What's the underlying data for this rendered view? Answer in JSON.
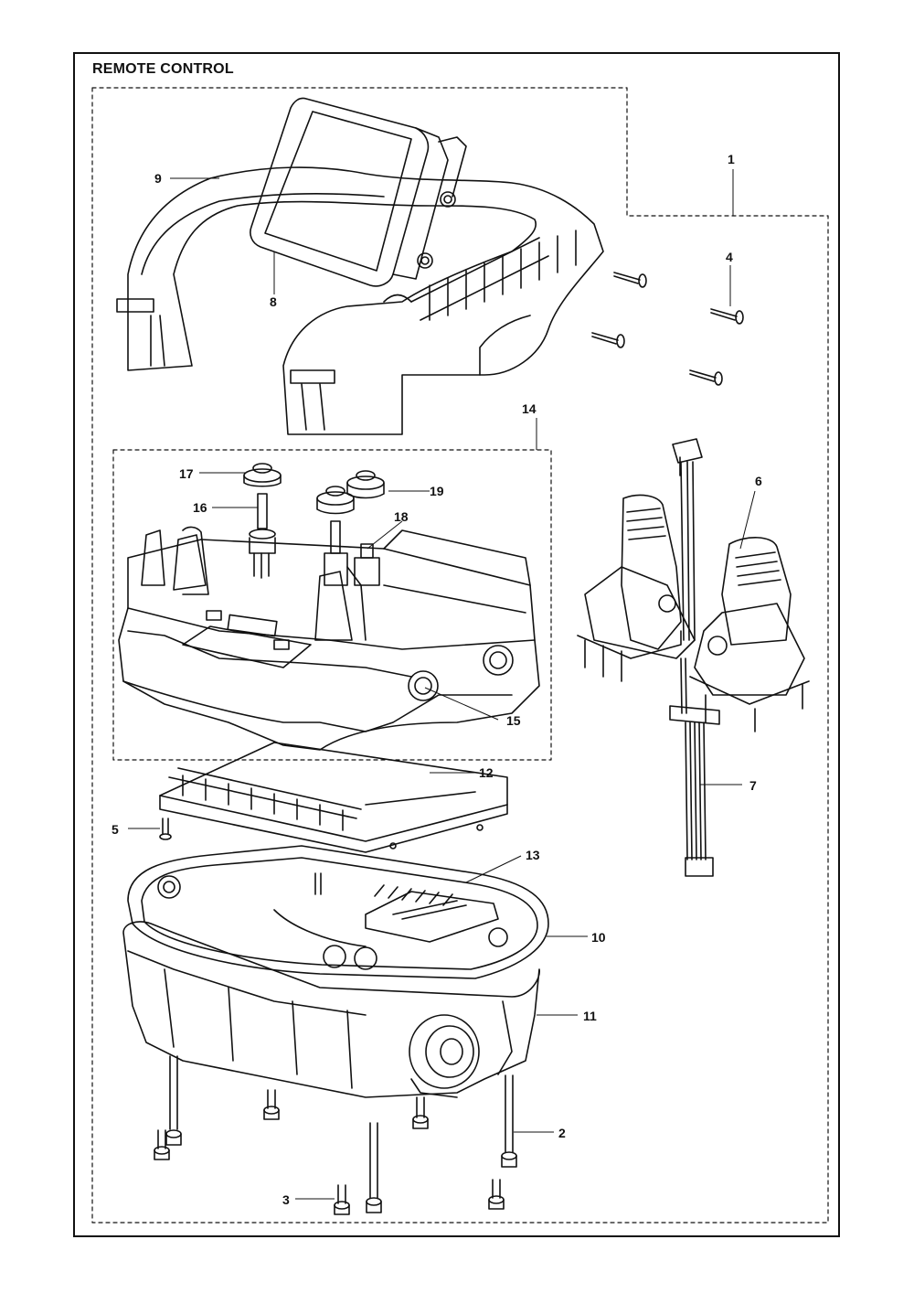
{
  "diagram": {
    "title": "REMOTE CONTROL",
    "callouts": [
      "1",
      "2",
      "3",
      "4",
      "5",
      "6",
      "7",
      "8",
      "9",
      "10",
      "11",
      "12",
      "13",
      "14",
      "15",
      "16",
      "17",
      "18",
      "19"
    ]
  }
}
